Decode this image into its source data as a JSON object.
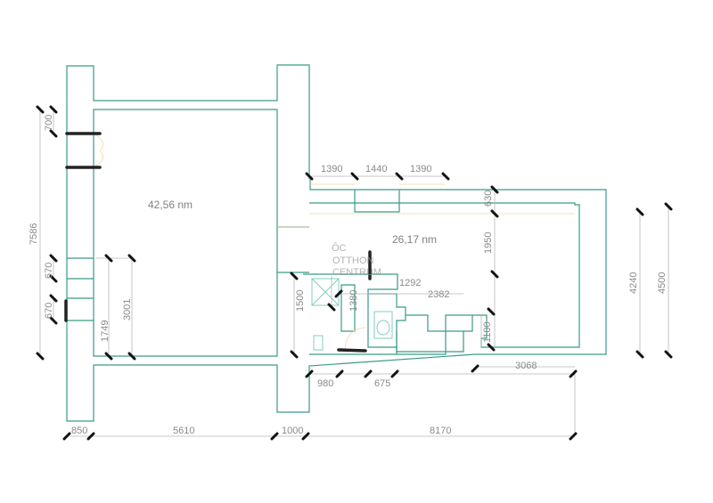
{
  "rooms": [
    {
      "area": "42,56 nm"
    },
    {
      "area": "26,17 nm"
    }
  ],
  "dimensions": {
    "top": [
      "1390",
      "1440",
      "1390"
    ],
    "right_small": [
      "630",
      "1950",
      "1100"
    ],
    "right_large": [
      "4240",
      "4500"
    ],
    "left": [
      "7586",
      "700",
      "670",
      "670"
    ],
    "inner_left": [
      "1749",
      "3001"
    ],
    "bath": [
      "1500",
      "1380",
      "1292"
    ],
    "kitchen": "2382",
    "bottom_inner": [
      "980",
      "675",
      "3068"
    ],
    "bottom": [
      "850",
      "5610",
      "1000",
      "8170"
    ]
  },
  "watermark": {
    "mark": "ÔC",
    "line1": "OTTHON",
    "line2": "CENTRUM"
  },
  "colors": {
    "wall": "#3a9a88",
    "dimension": "#b8b8b8",
    "tick": "#111111"
  }
}
